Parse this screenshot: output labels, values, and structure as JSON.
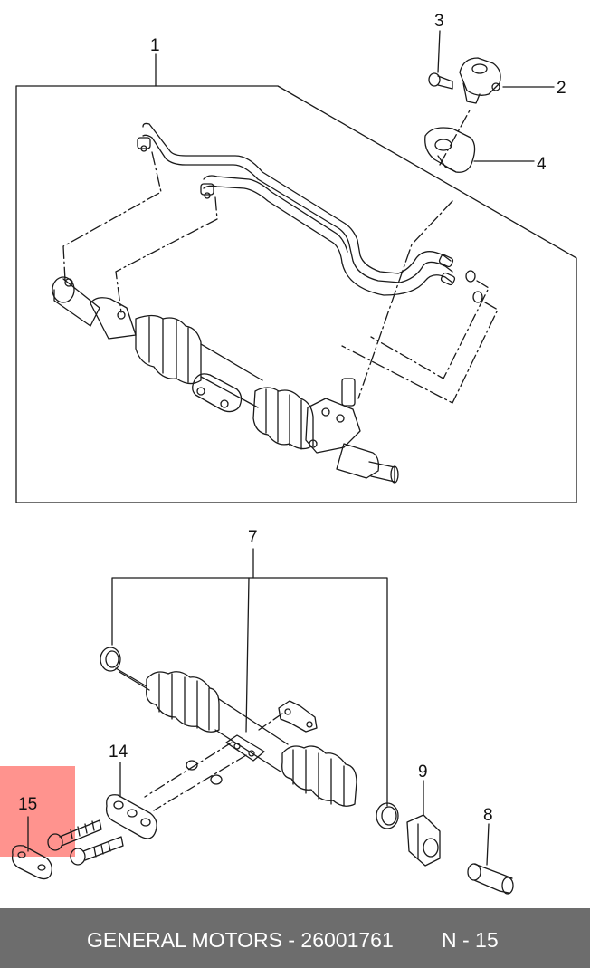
{
  "callouts": {
    "c1": "1",
    "c2": "2",
    "c3": "3",
    "c4": "4",
    "c7": "7",
    "c8": "8",
    "c9": "9",
    "c14": "14",
    "c15": "15"
  },
  "footer": {
    "brand_text": "GENERAL MOTORS - 26001761",
    "ref_text": "N - 15"
  },
  "colors": {
    "highlight": "#ff8a84",
    "footer_bg": "#6d6d6d"
  }
}
